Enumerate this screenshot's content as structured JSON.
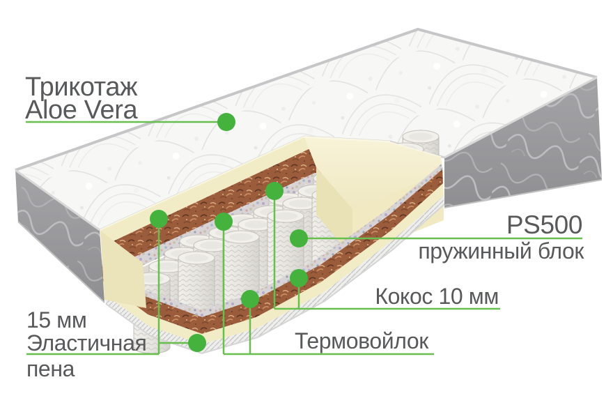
{
  "palette": {
    "accent_line": "#68bf4f",
    "accent_dot": "#44b23c",
    "label_text": "#58595b",
    "background": "#ffffff"
  },
  "labels": {
    "knit": {
      "line1": "Трикотаж",
      "line2": "Aloe Vera"
    },
    "spring_block": {
      "title": "PS500",
      "subtitle": "пружинный блок"
    },
    "coconut": {
      "text": "Кокос 10 мм"
    },
    "felt": {
      "text": "Термовойлок"
    },
    "foam": {
      "line1": "15 мм",
      "line2": "Эластичная",
      "line3": "пена"
    }
  }
}
